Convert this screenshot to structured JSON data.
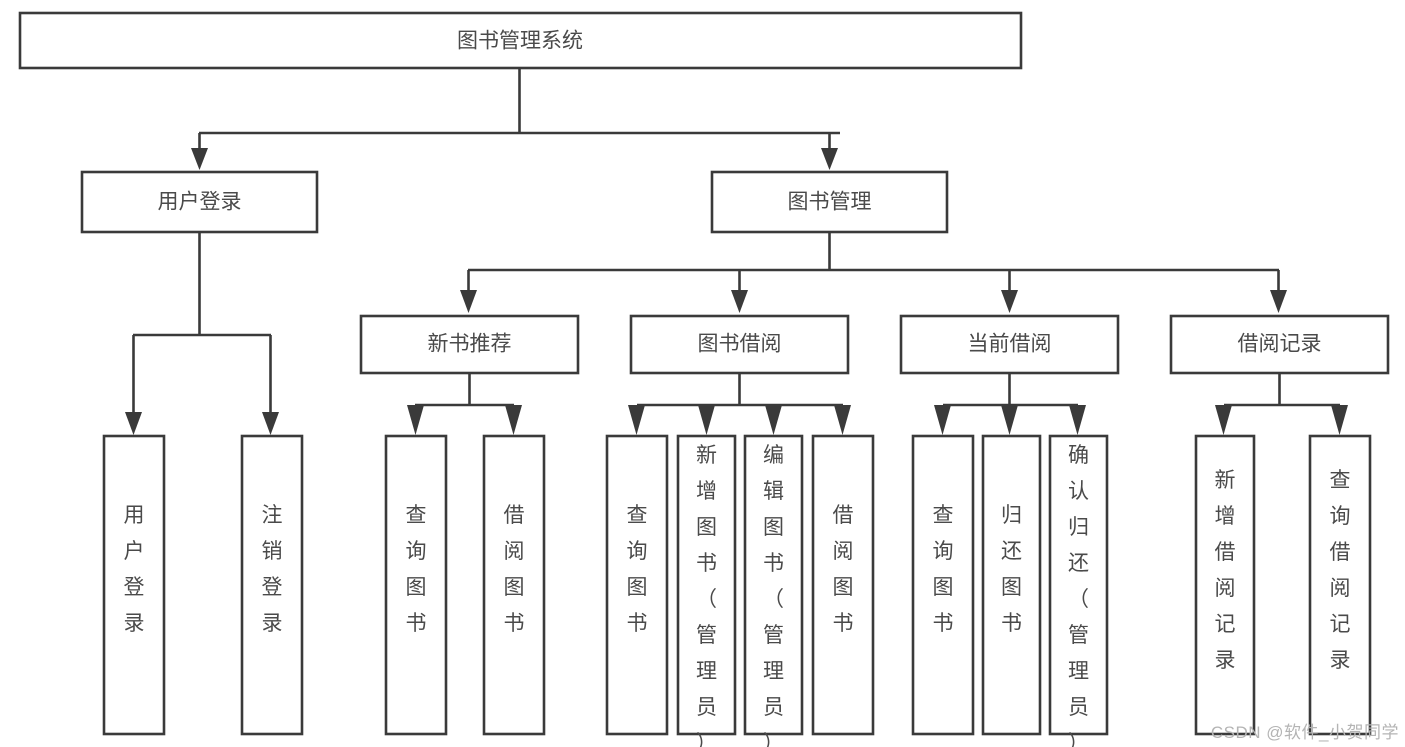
{
  "diagram": {
    "title": "图书管理系统",
    "watermark": "CSDN @软件_小贺同学",
    "levels": {
      "root": {
        "label": "图书管理系统"
      },
      "level2": [
        {
          "id": "user-login",
          "label": "用户登录"
        },
        {
          "id": "book-manage",
          "label": "图书管理"
        }
      ],
      "level3": [
        {
          "id": "new-book-recommend",
          "label": "新书推荐",
          "parent": "book-manage"
        },
        {
          "id": "book-borrow",
          "label": "图书借阅",
          "parent": "book-manage"
        },
        {
          "id": "current-borrow",
          "label": "当前借阅",
          "parent": "book-manage"
        },
        {
          "id": "borrow-record",
          "label": "借阅记录",
          "parent": "book-manage"
        }
      ],
      "leaves": [
        {
          "id": "leaf-user-login",
          "label": "用户登录",
          "parent": "user-login"
        },
        {
          "id": "leaf-user-logout",
          "label": "注销登录",
          "parent": "user-login"
        },
        {
          "id": "leaf-query-book-1",
          "label": "查询图书",
          "parent": "new-book-recommend"
        },
        {
          "id": "leaf-borrow-book-1",
          "label": "借阅图书",
          "parent": "new-book-recommend"
        },
        {
          "id": "leaf-query-book-2",
          "label": "查询图书",
          "parent": "book-borrow"
        },
        {
          "id": "leaf-add-book",
          "label": "新增图书（管理员）",
          "parent": "book-borrow"
        },
        {
          "id": "leaf-edit-book",
          "label": "编辑图书（管理员）",
          "parent": "book-borrow"
        },
        {
          "id": "leaf-borrow-book-2",
          "label": "借阅图书",
          "parent": "book-borrow"
        },
        {
          "id": "leaf-query-book-3",
          "label": "查询图书",
          "parent": "current-borrow"
        },
        {
          "id": "leaf-return-book",
          "label": "归还图书",
          "parent": "current-borrow"
        },
        {
          "id": "leaf-confirm-return",
          "label": "确认归还（管理员）",
          "parent": "current-borrow"
        },
        {
          "id": "leaf-add-record",
          "label": "新增借阅记录",
          "parent": "borrow-record"
        },
        {
          "id": "leaf-query-record",
          "label": "查询借阅记录",
          "parent": "borrow-record"
        }
      ]
    },
    "colors": {
      "stroke": "#3a3a3a",
      "fill": "#ffffff",
      "text": "#4a4a4a",
      "watermark": "#b4b4b4"
    }
  }
}
